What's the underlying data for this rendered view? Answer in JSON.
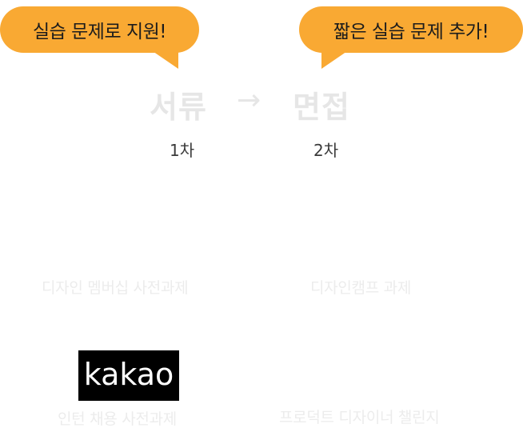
{
  "bubbles": {
    "left": "실습 문제로 지원!",
    "right": "짧은 실습 문제 추가!"
  },
  "stages": {
    "first": {
      "title": "서류",
      "round": "1차"
    },
    "arrow": "→",
    "second": {
      "title": "면접",
      "round": "2차"
    }
  },
  "projects": {
    "design_membership": "디자인 멤버십 사전과제",
    "design_camp": "디자인캠프 과제",
    "kakao_logo": "kakao",
    "kakao_intern": "인턴 채용 사전과제",
    "product_designer": "프로덕트 디자이너 챌린지"
  },
  "colors": {
    "bubble": "#f9a933",
    "stage_text": "#e6e6e6",
    "caption_text": "#ececec"
  }
}
